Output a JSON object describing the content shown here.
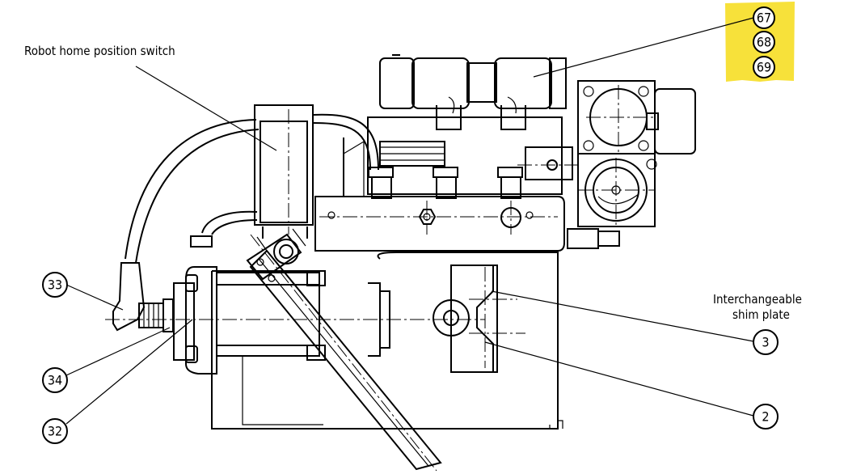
{
  "labels": {
    "robot_switch": "Robot home position switch",
    "shim_line1": "Interchangeable",
    "shim_line2": "shim plate"
  },
  "callouts": {
    "c67": "67",
    "c68": "68",
    "c69": "69",
    "c33": "33",
    "c34": "34",
    "c32": "32",
    "c3": "3",
    "c2": "2"
  },
  "colors": {
    "highlight": "#f7e13a",
    "line": "#000000",
    "background": "#ffffff"
  }
}
